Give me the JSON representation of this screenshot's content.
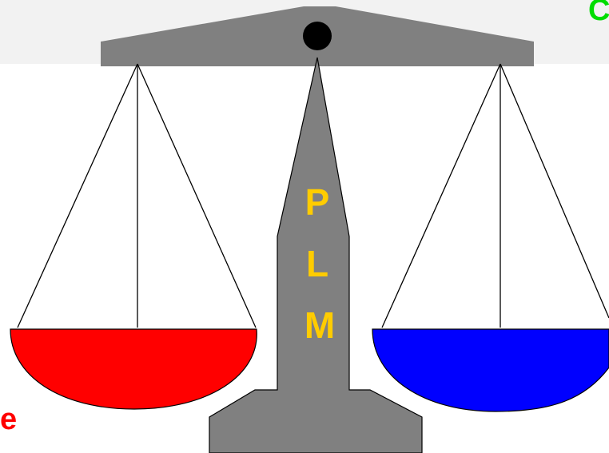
{
  "colors": {
    "top_band": "#f2f2f2",
    "beam": "#808080",
    "pivot": "#000000",
    "pillar": "#808080",
    "plm_text": "#ffcc00",
    "left_pan": "#ff0000",
    "right_pan": "#0000ff",
    "strings": "#000000",
    "left_edge_text": "#ff0000",
    "right_edge_text": "#00dd00"
  },
  "pillar_label": {
    "letters": [
      "P",
      "L",
      "M"
    ]
  },
  "left_edge_text": "e",
  "right_edge_text": "C"
}
